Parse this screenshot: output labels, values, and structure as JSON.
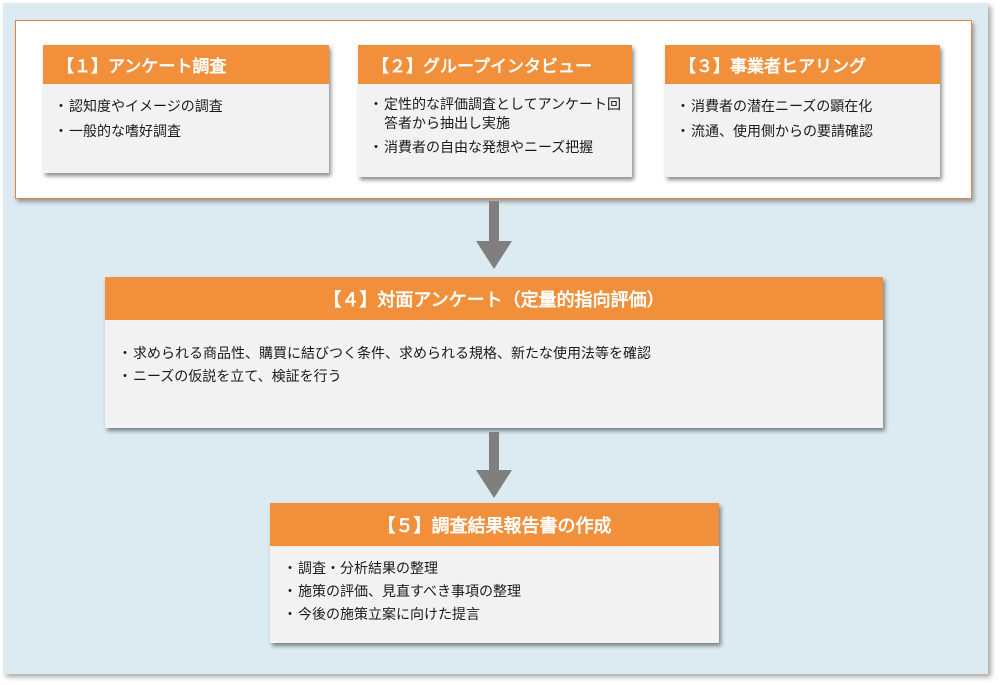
{
  "colors": {
    "background": "#dcebf1",
    "accent_orange": "#f28f3b",
    "panel_border": "#e8843a",
    "card_body": "#f2f2f2",
    "arrow_gray": "#7f7f7f"
  },
  "cards": [
    {
      "title": "【１】アンケート調査",
      "items": [
        "認知度やイメージの調査",
        "一般的な嗜好調査"
      ]
    },
    {
      "title": "【２】グループインタビュー",
      "items": [
        "定性的な評価調査としてアンケート回答者から抽出し実施",
        "消費者の自由な発想やニーズ把握"
      ]
    },
    {
      "title": "【３】事業者ヒアリング",
      "items": [
        "消費者の潜在ニーズの顕在化",
        "流通、使用側からの要請確認"
      ]
    },
    {
      "title": "【４】対面アンケート（定量的指向評価）",
      "items": [
        "求められる商品性、購買に結びつく条件、求められる規格、新たな使用法等を確認",
        "ニーズの仮説を立て、検証を行う"
      ]
    },
    {
      "title": "【５】調査結果報告書の作成",
      "items": [
        "調査・分析結果の整理",
        "施策の評価、見直すべき事項の整理",
        "今後の施策立案に向けた提言"
      ]
    }
  ]
}
